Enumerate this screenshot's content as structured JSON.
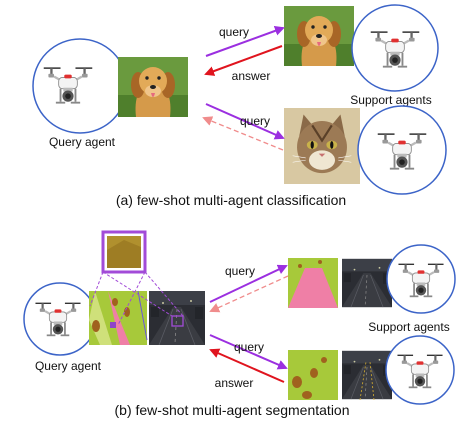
{
  "part_a": {
    "query_agent_label": "Query agent",
    "support_agents_label": "Support agents",
    "query_label_1": "query",
    "answer_label": "answer",
    "query_label_2": "query",
    "caption": "(a) few-shot multi-agent classification"
  },
  "part_b": {
    "query_agent_label": "Query agent",
    "support_agents_label": "Support agents",
    "query_label_1": "query",
    "query_label_2": "query",
    "answer_label": "answer",
    "caption": "(b) few-shot multi-agent segmentation"
  },
  "colors": {
    "query_arrow": "#9b2fe0",
    "answer_arrow": "#e0141e",
    "dashed_arrow": "#f08c8c",
    "circle": "#3c64c8",
    "seg_yellow": "#a7c93a",
    "seg_pink": "#ef7fa6",
    "seg_brown": "#a0621e",
    "highlight_box": "#a24bd8"
  },
  "icons": [
    "drone-icon",
    "dog-photo",
    "cat-photo",
    "road-scene-photo",
    "segmentation-mask"
  ]
}
